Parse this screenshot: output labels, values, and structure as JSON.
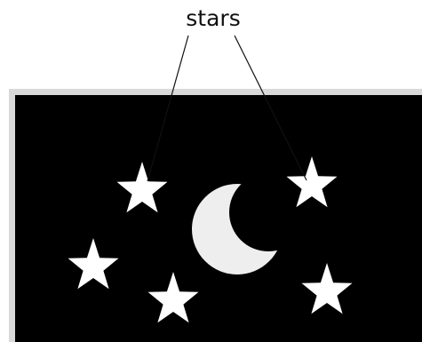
{
  "diagram": {
    "label": "stars",
    "colors": {
      "sky": "#000000",
      "frame": "#d9d9d9",
      "star": "#ffffff",
      "moon": "#eeeeee",
      "leader_line": "#111111"
    },
    "star_count": 5,
    "moon_icon": "crescent-moon",
    "star_icon": "five-point-star"
  }
}
